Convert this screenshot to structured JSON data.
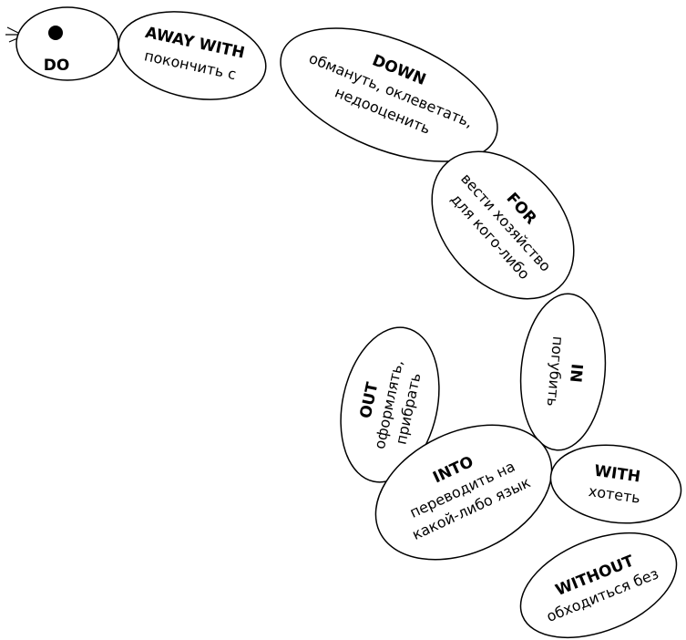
{
  "root": {
    "label": "DO"
  },
  "segments": [
    {
      "id": "away-with",
      "keyword": "AWAY WITH",
      "lines": [
        "покончить с"
      ]
    },
    {
      "id": "down",
      "keyword": "DOWN",
      "lines": [
        "обмануть, оклеветать,",
        "недооценить"
      ]
    },
    {
      "id": "for",
      "keyword": "FOR",
      "lines": [
        "вести хозяйство",
        "для кого-либо"
      ]
    },
    {
      "id": "in",
      "keyword": "IN",
      "lines": [
        "погубить"
      ]
    },
    {
      "id": "out",
      "keyword": "OUT",
      "lines": [
        "оформлять,",
        "прибрать"
      ]
    },
    {
      "id": "into",
      "keyword": "INTO",
      "lines": [
        "переводить на",
        "какой-либо язык"
      ]
    },
    {
      "id": "with",
      "keyword": "WITH",
      "lines": [
        "хотеть"
      ]
    },
    {
      "id": "without",
      "keyword": "WITHOUT",
      "lines": [
        "обходиться без"
      ]
    }
  ]
}
